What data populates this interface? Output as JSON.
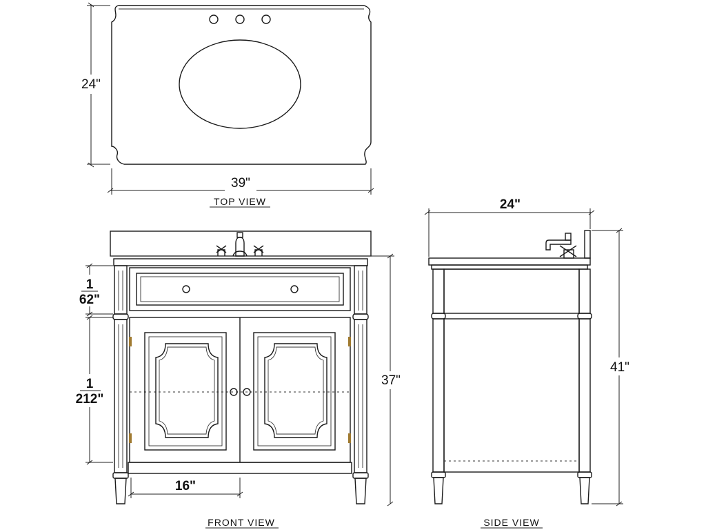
{
  "top_view": {
    "width_label": "39\"",
    "depth_label": "24\"",
    "view_label": "TOP VIEW"
  },
  "front_view": {
    "drawer_height_label_num": "1",
    "drawer_height_label_rest": "62\"",
    "door_height_label_num": "1",
    "door_height_label_rest": "212\"",
    "door_width_label": "16\"",
    "height_label": "37\"",
    "view_label": "FRONT VIEW"
  },
  "side_view": {
    "depth_label": "24\"",
    "height_label": "41\"",
    "view_label": "SIDE VIEW"
  }
}
